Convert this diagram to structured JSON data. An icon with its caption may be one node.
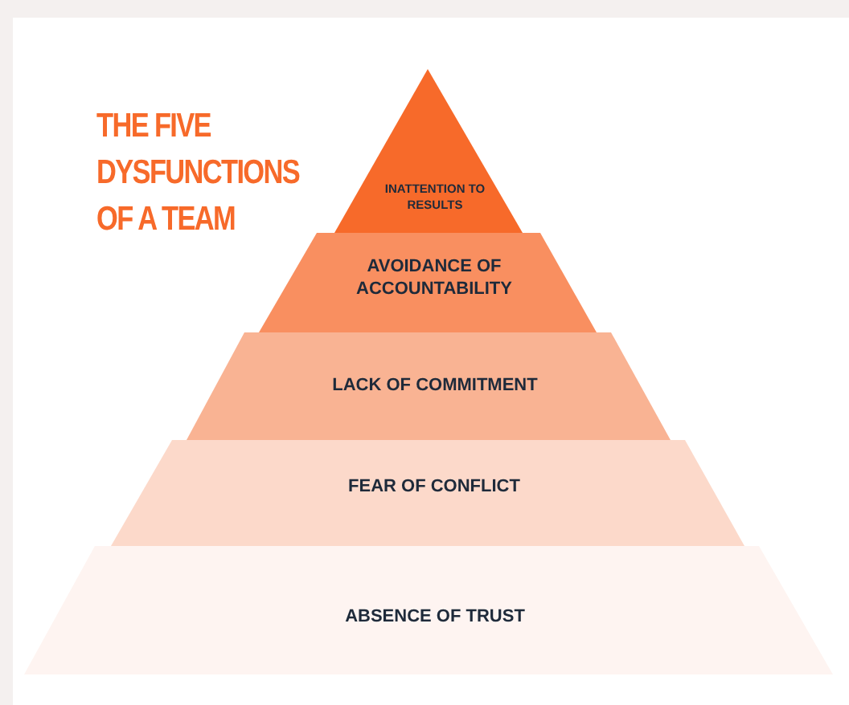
{
  "diagram": {
    "title": "THE FIVE DYSFUNCTIONS OF A TEAM",
    "nodes": [
      {
        "text": [
          "INATTENTION TO RESULTS"
        ]
      },
      {
        "text": [
          "AVOIDANCE OF ACCOUNTABILITY"
        ]
      },
      {
        "text": [
          "LACK OF COMMITMENT"
        ]
      },
      {
        "text": [
          "FEAR OF CONFLICT"
        ]
      },
      {
        "text": [
          "ABSENCE OF TRUST"
        ]
      }
    ],
    "edges": []
  }
}
